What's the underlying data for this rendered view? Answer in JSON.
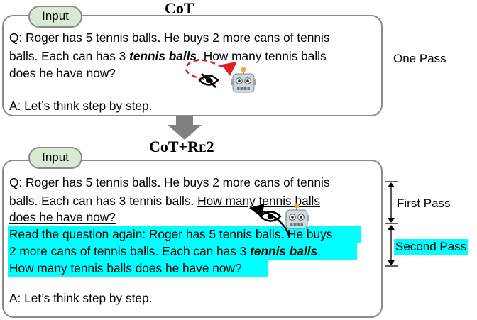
{
  "cot": {
    "title": "CoT",
    "tag": "Input",
    "q_line1": "Q: Roger has 5 tennis balls. He buys 2 more cans of tennis",
    "q_line2_a": "balls. Each can has 3 ",
    "q_line2_b": "tennis balls",
    "q_line2_c": ". ",
    "q_line2_d": "How many tennis balls",
    "q_line3": "does he have now?",
    "answer": "A: Let’s think step by step.",
    "side_label": "One Pass"
  },
  "re2": {
    "title_a": "CoT+R",
    "title_b": "E",
    "title_c": "2",
    "tag": "Input",
    "q_line1": "Q: Roger has 5 tennis balls. He buys 2 more cans of tennis",
    "q_line2_a": "balls. Each can has 3 tennis balls. ",
    "q_line2_b": "How many tennis balls",
    "q_line3": "does he have now?",
    "reread_line1": "Read the question again: Roger has 5 tennis balls. He buys",
    "reread_line2_a": "2 more cans of tennis balls. Each can has 3 ",
    "reread_line2_b": "tennis balls",
    "reread_line2_c": ".",
    "reread_line3": "How many tennis balls does he have now?",
    "answer": "A: Let’s think step by step.",
    "first_pass": "First Pass",
    "second_pass": "Second Pass"
  },
  "icons": {
    "robot": "robot-icon",
    "eye_crossed": "eye-crossed-icon",
    "eye": "eye-icon",
    "arrow": "down-arrow-icon"
  },
  "colors": {
    "highlight": "#00ffff",
    "tag_fill": "#d9ead3",
    "dashed_arrow": "#e02020",
    "border": "#8a8a8a"
  }
}
